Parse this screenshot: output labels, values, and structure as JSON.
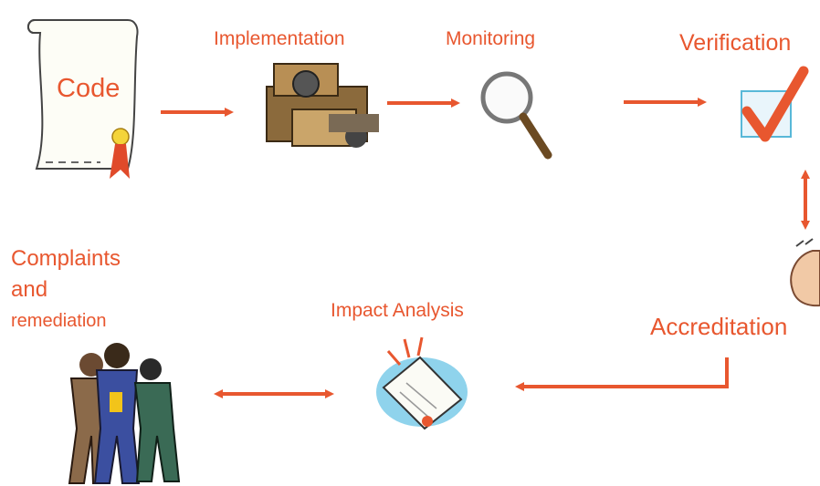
{
  "diagram": {
    "accent_color": "#e8572f",
    "nodes": {
      "code": {
        "label": "Code",
        "icon": "certificate-scroll-icon"
      },
      "implementation": {
        "label": "Implementation",
        "icon": "machinery-icon"
      },
      "monitoring": {
        "label": "Monitoring",
        "icon": "magnifying-glass-icon"
      },
      "verification": {
        "label": "Verification",
        "icon": "checkbox-checked-icon"
      },
      "accreditation": {
        "label": "Accreditation",
        "icon": "handshake-icon"
      },
      "impact_analysis": {
        "label": "Impact Analysis",
        "icon": "document-alert-icon"
      },
      "complaints": {
        "label_lines": [
          "Complaints",
          "and",
          "remediation"
        ],
        "icon": "people-group-icon"
      }
    }
  }
}
